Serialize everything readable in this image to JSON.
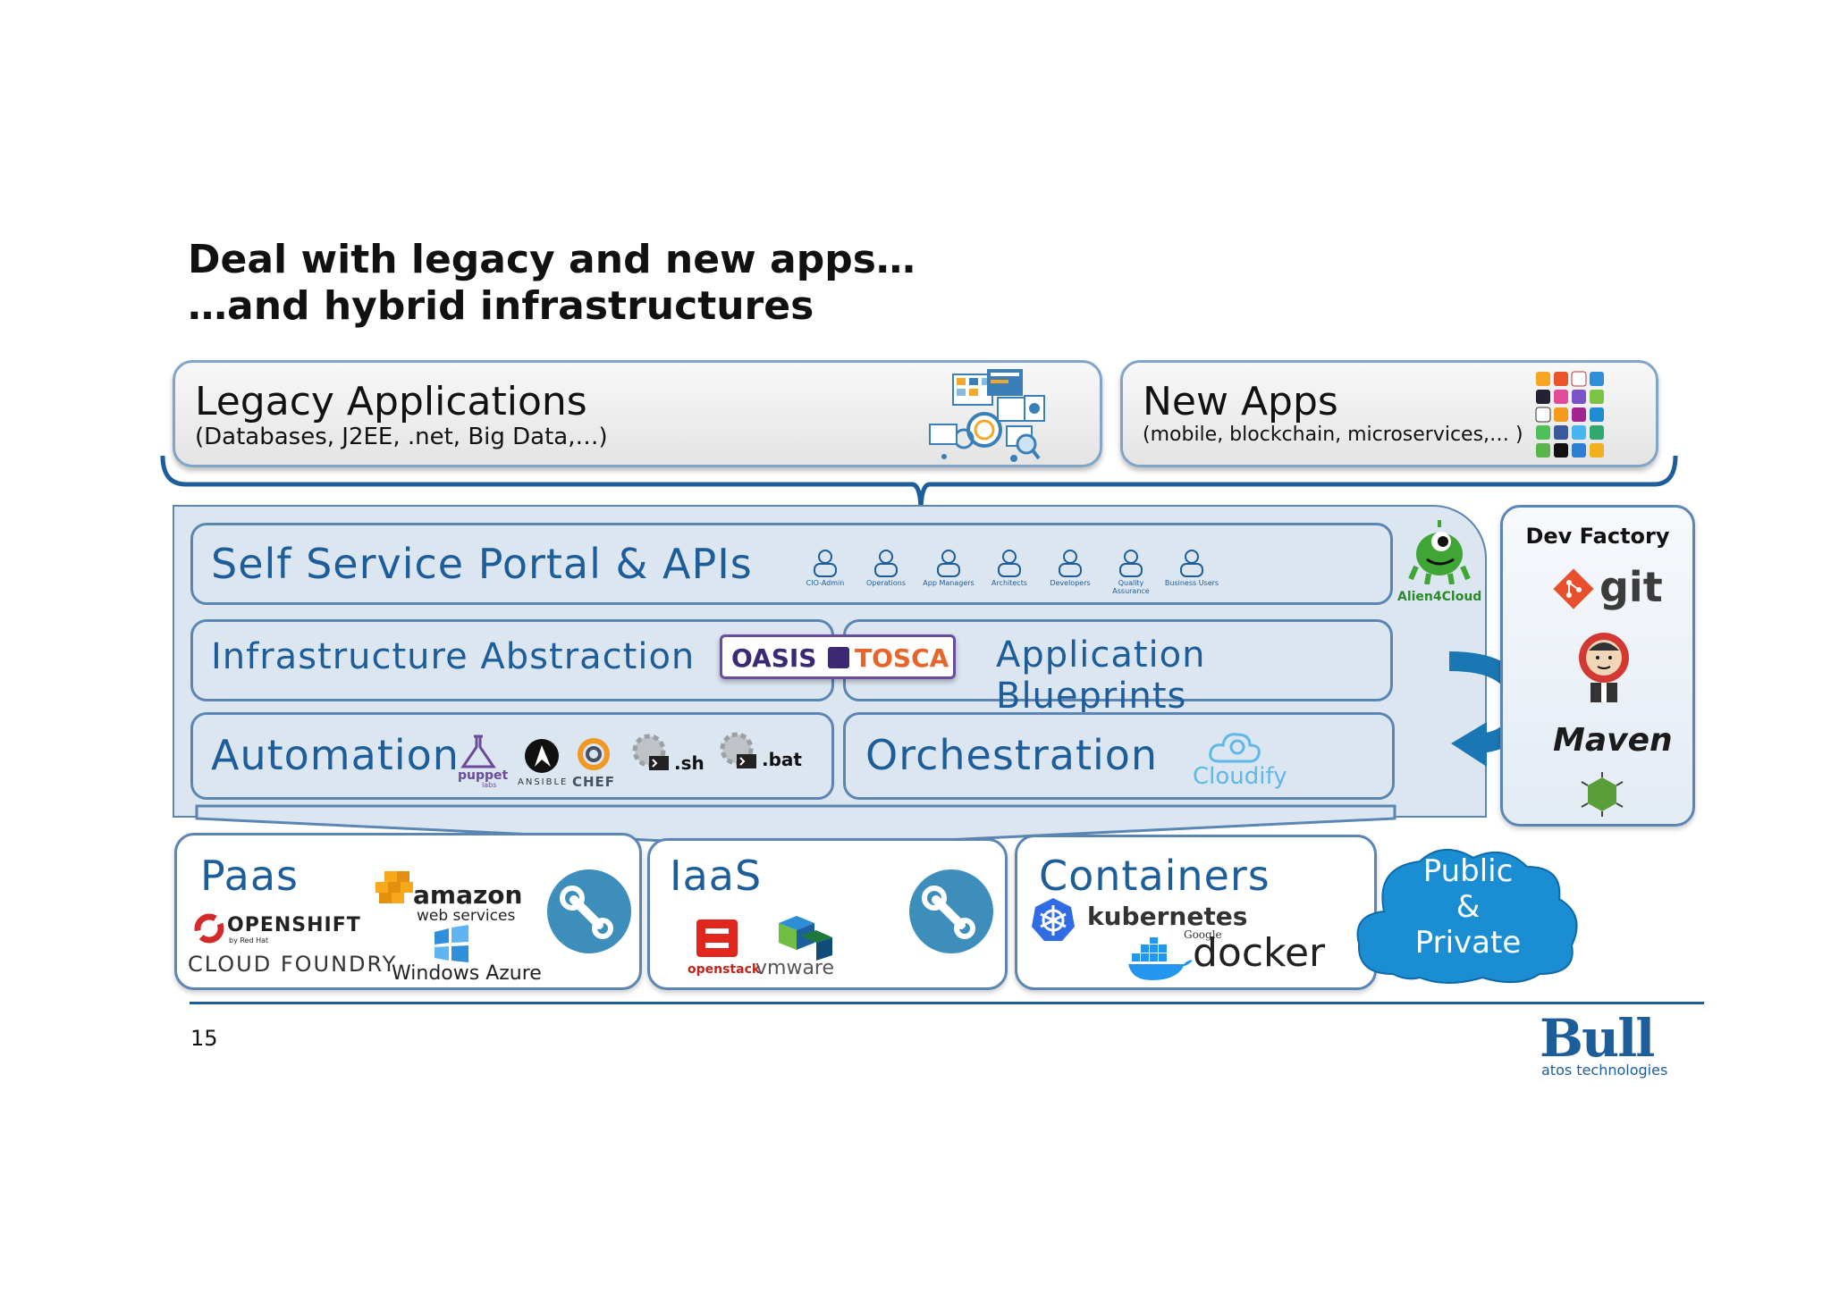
{
  "title": {
    "line1": "Deal with legacy and new apps…",
    "line2": "…and hybrid infrastructures"
  },
  "top": {
    "legacy": {
      "title": "Legacy Applications",
      "subtitle": "(Databases, J2EE, .net, Big Data,…)"
    },
    "new": {
      "title": "New Apps",
      "subtitle": "(mobile, blockchain, microservices,… )"
    }
  },
  "platform": {
    "portal": "Self Service Portal & APIs",
    "users": [
      "CIO-Admin",
      "Operations",
      "App Managers",
      "Architects",
      "Developers",
      "Quality Assurance",
      "Business Users"
    ],
    "infra": "Infrastructure Abstraction",
    "blueprints": "Application Blueprints",
    "automation": "Automation",
    "orchestration": "Orchestration",
    "alien": "Alien4Cloud",
    "oasis": "OASIS",
    "tosca": "TOSCA",
    "puppet": "puppet",
    "puppet_sub": "labs",
    "ansible": "ANSIBLE",
    "chef": "CHEF",
    "sh": ".sh",
    "bat": ".bat",
    "cloudify": "Cloudify"
  },
  "devfactory": {
    "title": "Dev Factory",
    "git": "git",
    "maven": "Maven"
  },
  "bottom": {
    "paas": {
      "title": "Paas",
      "openshift": "OPENSHIFT",
      "openshift_sub": "by Red Hat",
      "cloudfoundry": "CLOUD FOUNDRY",
      "amazon": "amazon",
      "aws_sub": "web services",
      "azure": "Windows Azure"
    },
    "iaas": {
      "title": "IaaS",
      "openstack": "openstack",
      "vmware": "vmware"
    },
    "containers": {
      "title": "Containers",
      "kubernetes": "kubernetes",
      "google": "Google",
      "docker": "docker"
    },
    "cloud": {
      "line1": "Public",
      "line2": "&",
      "line3": "Private"
    }
  },
  "footer": {
    "page": "15",
    "brand": "Bull",
    "brand_sub": "atos technologies"
  },
  "colors": {
    "accent": "#1d5d99",
    "layer_bg": "#dce6f1",
    "cloud": "#1a8dd3"
  }
}
